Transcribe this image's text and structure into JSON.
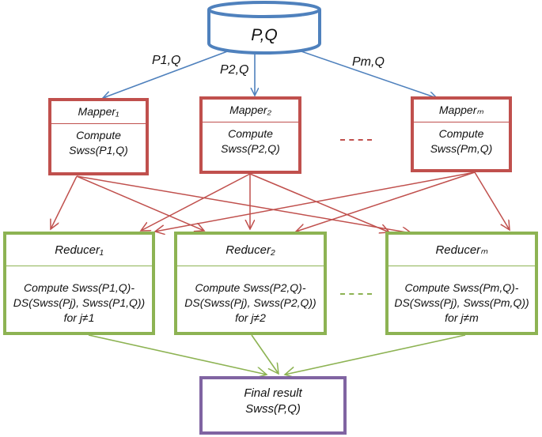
{
  "source": {
    "label": "P,Q"
  },
  "edge_labels": [
    "P1,Q",
    "P2,Q",
    "Pm,Q"
  ],
  "mappers": [
    {
      "title": "Mapper₁",
      "line1": "Compute",
      "line2": "Sᴡss(P1,Q)"
    },
    {
      "title": "Mapper₂",
      "line1": "Compute",
      "line2": "Sᴡss(P2,Q)"
    },
    {
      "title": "Mapperₘ",
      "line1": "Compute",
      "line2": "Sᴡss(Pm,Q)"
    }
  ],
  "reducers": [
    {
      "title": "Reducer₁",
      "line1": "Compute  Sᴡss(P1,Q)-",
      "line2": "DS(Sᴡss(Pj),  Sᴡss(P1,Q))",
      "line3": "for j≠1"
    },
    {
      "title": "Reducer₂",
      "line1": "Compute  Sᴡss(P2,Q)-",
      "line2": "DS(Sᴡss(Pj),  Sᴡss(P2,Q))",
      "line3": "for j≠2"
    },
    {
      "title": "Reducerₘ",
      "line1": "Compute  Sᴡss(Pm,Q)-",
      "line2": "DS(Sᴡss(Pj),  Sᴡss(Pm,Q))",
      "line3": "for j≠m"
    }
  ],
  "final": {
    "line1": "Final result",
    "line2": "Sᴡss(P,Q)"
  },
  "colors": {
    "database": "#4f81bd",
    "mapper": "#c0504d",
    "reducer": "#8db353",
    "final": "#8064a2"
  }
}
